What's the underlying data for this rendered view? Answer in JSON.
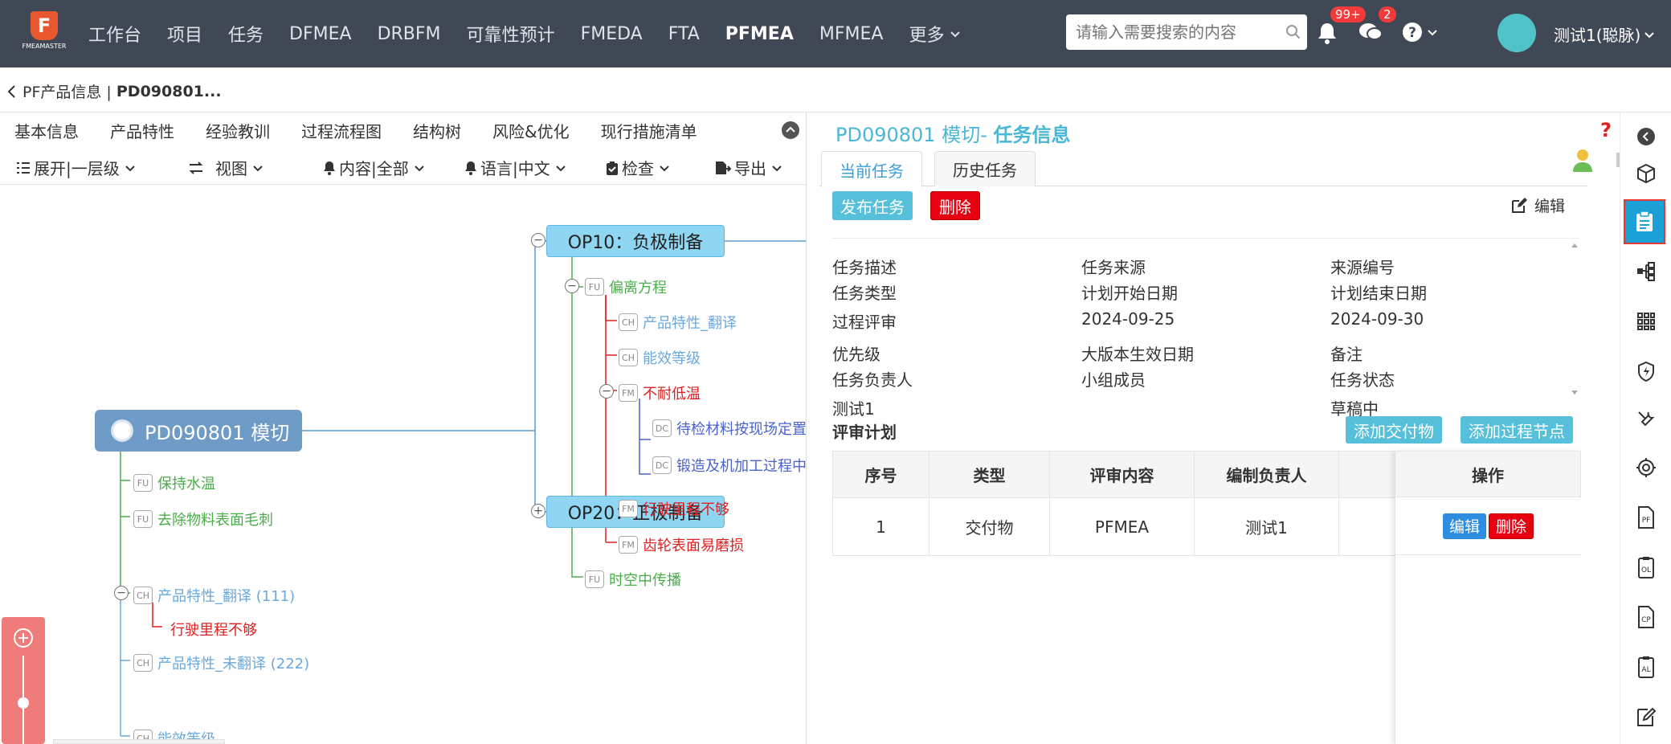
{
  "brand": {
    "logo_text": "FMEAMASTER"
  },
  "nav": {
    "items": [
      "工作台",
      "项目",
      "任务",
      "DFMEA",
      "DRBFM",
      "可靠性预计",
      "FMEDA",
      "FTA",
      "PFMEA",
      "MFMEA"
    ],
    "active": "PFMEA",
    "more": "更多"
  },
  "search": {
    "placeholder": "请输入需要搜索的内容"
  },
  "header": {
    "notifications_badge": "99+",
    "messages_badge": "2",
    "user": "测试1(聪脉)"
  },
  "breadcrumb": {
    "parent": "PF产品信息 |",
    "current": "PD090801..."
  },
  "left": {
    "tabs": [
      "基本信息",
      "产品特性",
      "经验教训",
      "过程流程图",
      "结构树",
      "风险&优化",
      "现行措施清单"
    ],
    "tools": {
      "expand": "展开|一层级",
      "view": "视图",
      "content": "内容|全部",
      "language": "语言|中文",
      "check": "检查",
      "export": "导出"
    },
    "tree": {
      "root": "PD090801 模切",
      "op10": "OP10：负极制备",
      "op20": "OP20：正极制备",
      "op10_children": [
        {
          "tag": "FU",
          "label": "偏离方程",
          "color": "green"
        },
        {
          "tag": "CH",
          "label": "产品特性_翻译",
          "color": "blue"
        },
        {
          "tag": "CH",
          "label": "能效等级",
          "color": "blue"
        },
        {
          "tag": "FM",
          "label": "不耐低温",
          "color": "red"
        },
        {
          "tag": "DC",
          "label": "待检材料按现场定置",
          "color": "indigo"
        },
        {
          "tag": "DC",
          "label": "锻造及机加工过程中",
          "color": "indigo"
        },
        {
          "tag": "FM",
          "label": "行驶里程不够",
          "color": "red"
        },
        {
          "tag": "FM",
          "label": "齿轮表面易磨损",
          "color": "red"
        },
        {
          "tag": "FU",
          "label": "时空中传播",
          "color": "green"
        }
      ],
      "root_children": [
        {
          "tag": "FU",
          "label": "保持水温",
          "color": "green"
        },
        {
          "tag": "FU",
          "label": "去除物料表面毛刺",
          "color": "green"
        },
        {
          "tag": "CH",
          "label": "产品特性_翻译 (111)",
          "color": "blue"
        },
        {
          "tag": "",
          "label": "行驶里程不够",
          "color": "red"
        },
        {
          "tag": "CH",
          "label": "产品特性_未翻译 (222)",
          "color": "blue"
        },
        {
          "tag": "CH",
          "label": "能效等级",
          "color": "blue"
        }
      ]
    }
  },
  "right": {
    "title_prefix": "PD090801 模切-",
    "title_suffix": "任务信息",
    "help": "?",
    "tabs": [
      "当前任务",
      "历史任务"
    ],
    "buttons": {
      "publish": "发布任务",
      "delete": "删除",
      "edit": "编辑"
    },
    "fields": {
      "c1": [
        "任务描述",
        "任务类型",
        "过程评审",
        "优先级",
        "任务负责人",
        "测试1"
      ],
      "c2": [
        "任务来源",
        "计划开始日期",
        "2024-09-25",
        "大版本生效日期",
        "小组成员",
        ""
      ],
      "c3": [
        "来源编号",
        "计划结束日期",
        "2024-09-30",
        "备注",
        "任务状态",
        "草稿中"
      ]
    },
    "plan": {
      "title": "评审计划",
      "add_deliverable": "添加交付物",
      "add_node": "添加过程节点",
      "columns": [
        "序号",
        "类型",
        "评审内容",
        "编制负责人",
        "",
        "操作"
      ],
      "rows": [
        {
          "no": "1",
          "type": "交付物",
          "content": "PFMEA",
          "owner": "测试1"
        }
      ],
      "row_edit": "编辑",
      "row_delete": "删除"
    }
  },
  "rail_icons": [
    "cube-icon",
    "clipboard-icon",
    "flow-icon",
    "grid-icon",
    "shield-icon",
    "tools-icon",
    "gear-icon",
    "pf-doc-icon",
    "ol-doc-icon",
    "cp-doc-icon",
    "al-doc-icon",
    "note-edit-icon"
  ],
  "colors": {
    "topbar": "#414855",
    "accent": "#56bfd9",
    "danger": "#e60012",
    "link_blue": "#2d8de0"
  }
}
